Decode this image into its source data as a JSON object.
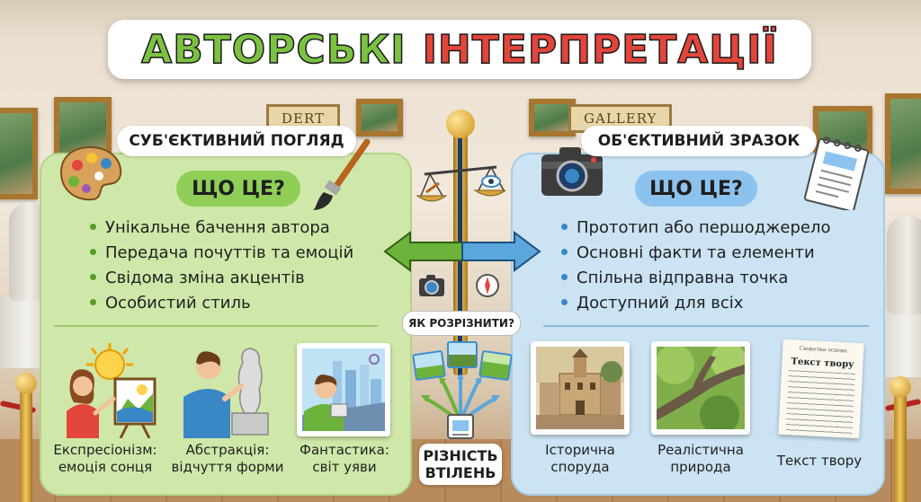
{
  "title": {
    "left": "АВТОРСЬКІ",
    "right": "ІНТЕРПРЕТАЦІЇ"
  },
  "background": {
    "sign_left": "DERT",
    "sign_right": "GALLERY"
  },
  "left_panel": {
    "heading": "СУБ'ЄКТИВНИЙ ПОГЛЯД",
    "question": "ЩО ЦЕ?",
    "bullets": [
      "Унікальне бачення автора",
      "Передача почуттів та емоцій",
      "Свідома зміна акцентів",
      "Особистий стиль"
    ],
    "cards": [
      {
        "line1": "Експресіонізм:",
        "line2": "емоція сонця"
      },
      {
        "line1": "Абстракція:",
        "line2": "відчуття форми"
      },
      {
        "line1": "Фантастика:",
        "line2": "світ уяви"
      }
    ]
  },
  "right_panel": {
    "heading": "ОБ'ЄКТИВНИЙ ЗРАЗОК",
    "question": "ЩО ЦЕ?",
    "bullets": [
      "Прототип або першоджерело",
      "Основні факти та елементи",
      "Спільна відправна точка",
      "Доступний для всіх"
    ],
    "cards": [
      {
        "line1": "Історична",
        "line2": "споруда"
      },
      {
        "line1": "Реалістична",
        "line2": "природа"
      },
      {
        "line1": "Текст твору",
        "line2": ""
      }
    ],
    "doc_title": "Текст твору",
    "doc_header": "Сюжетна основа"
  },
  "center": {
    "question": "ЯК РОЗРІЗНИТИ?",
    "result_line1": "РІЗНІСТЬ",
    "result_line2": "ВТІЛЕНЬ"
  },
  "colors": {
    "title_left": "#7cc242",
    "title_right": "#e2453c",
    "left_panel": "#cfe8a9",
    "right_panel": "#cbe3f3",
    "arrow_left": "#6bb33a",
    "arrow_right": "#5aa6dd"
  }
}
